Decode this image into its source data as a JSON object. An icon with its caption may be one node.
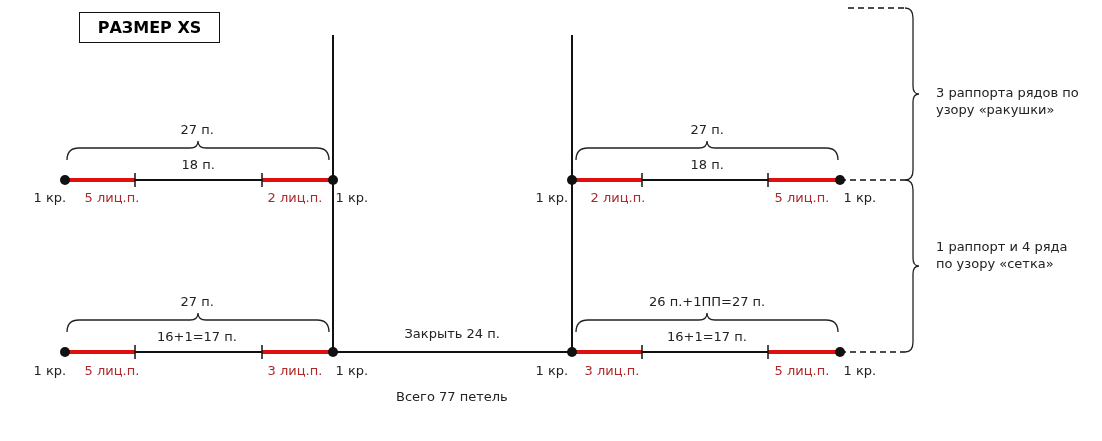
{
  "diagram": {
    "title": "РАЗМЕР XS",
    "labels": [
      "27 п.",
      "27 п.",
      "3 раппорта рядов по узору «ракушки»",
      "18 п.",
      "18 п.",
      "1 кр.",
      "5 лиц.п.",
      "2 лиц.п.",
      "1 кр.",
      "1 кр.",
      "2 лиц.п.",
      "5 лиц.п.",
      "1 кр.",
      "1 раппорт и 4 ряда по узору «сетка»",
      "27 п.",
      "26 п.+1ПП=27 п.",
      "16+1=17 п.",
      "Закрыть 24 п.",
      "16+1=17 п.",
      "1 кр.",
      "5 лиц.п.",
      "3 лиц.п.",
      "1 кр.",
      "1 кр.",
      "3 лиц.п.",
      "5 лиц.п.",
      "1 кр.",
      "Всего 77 петель"
    ]
  }
}
